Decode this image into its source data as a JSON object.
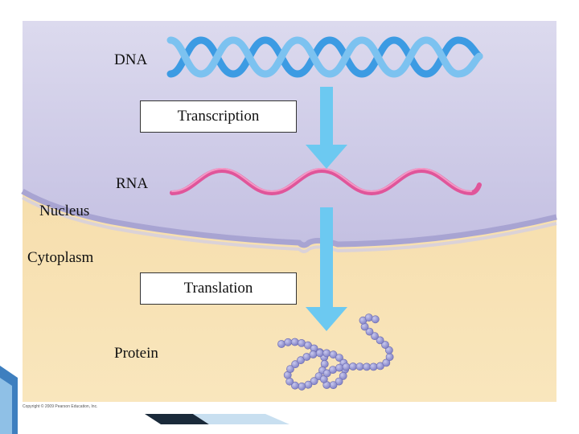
{
  "labels": {
    "dna": "DNA",
    "transcription": "Transcription",
    "rna": "RNA",
    "nucleus": "Nucleus",
    "cytoplasm": "Cytoplasm",
    "translation": "Translation",
    "protein": "Protein"
  },
  "copyright": "Copyright © 2009 Pearson Education, Inc.",
  "colors": {
    "nucleus": "#cfcce8",
    "cytoplasm": "#f6dfaa",
    "membrane": "#a8a4d2",
    "dna": "#4aa6e8",
    "rna": "#e0559a",
    "arrow": "#6cc9f1",
    "protein": "#8f8fcf"
  }
}
